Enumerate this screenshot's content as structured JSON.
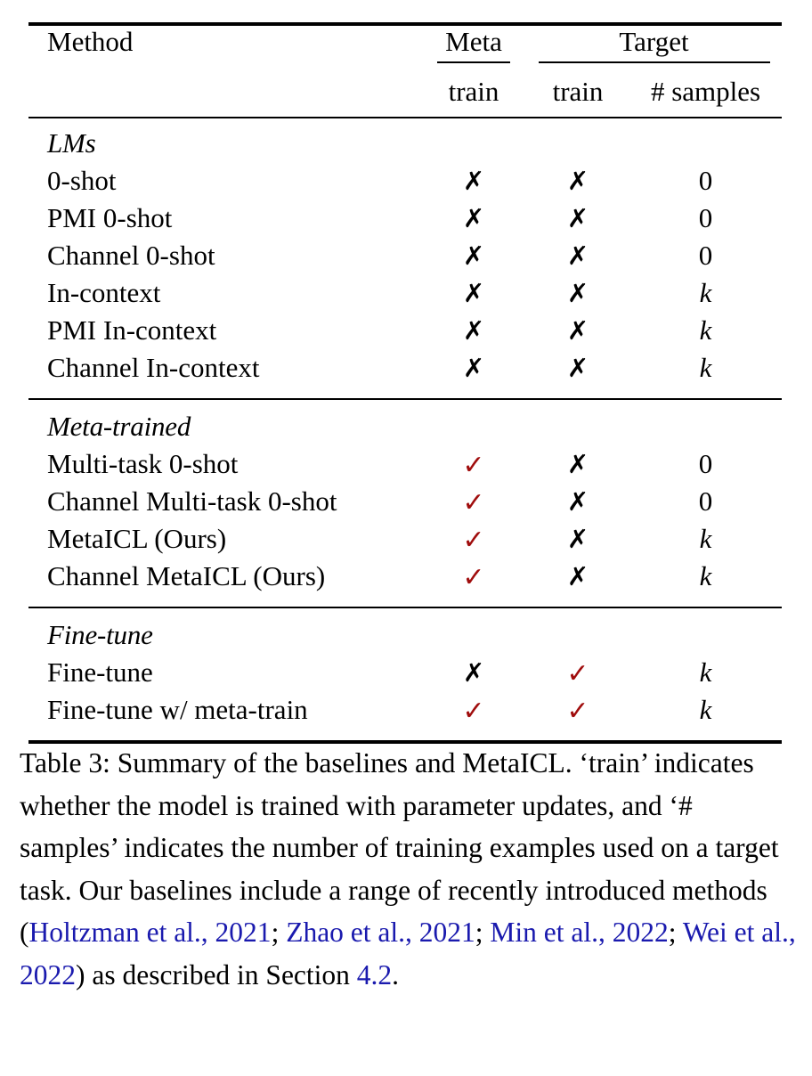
{
  "table": {
    "header": {
      "method_label": "Method",
      "groups": [
        {
          "label": "Meta"
        },
        {
          "label": "Target"
        }
      ],
      "subheaders": {
        "meta_train": "train",
        "target_train": "train",
        "target_samples": "# samples"
      }
    },
    "marks": {
      "check": "✓",
      "cross": "✗",
      "check_color": "#A00D0D",
      "cross_color": "#000000"
    },
    "sections": [
      {
        "title": "LMs",
        "rows": [
          {
            "method": "0-shot",
            "meta_train": "cross",
            "target_train": "cross",
            "samples": "0"
          },
          {
            "method": "PMI 0-shot",
            "meta_train": "cross",
            "target_train": "cross",
            "samples": "0"
          },
          {
            "method": "Channel 0-shot",
            "meta_train": "cross",
            "target_train": "cross",
            "samples": "0"
          },
          {
            "method": "In-context",
            "meta_train": "cross",
            "target_train": "cross",
            "samples": "k"
          },
          {
            "method": "PMI In-context",
            "meta_train": "cross",
            "target_train": "cross",
            "samples": "k"
          },
          {
            "method": "Channel In-context",
            "meta_train": "cross",
            "target_train": "cross",
            "samples": "k"
          }
        ]
      },
      {
        "title": "Meta-trained",
        "rows": [
          {
            "method": "Multi-task 0-shot",
            "meta_train": "check",
            "target_train": "cross",
            "samples": "0"
          },
          {
            "method": "Channel Multi-task 0-shot",
            "meta_train": "check",
            "target_train": "cross",
            "samples": "0"
          },
          {
            "method": "MetaICL (Ours)",
            "meta_train": "check",
            "target_train": "cross",
            "samples": "k"
          },
          {
            "method": "Channel MetaICL (Ours)",
            "meta_train": "check",
            "target_train": "cross",
            "samples": "k"
          }
        ]
      },
      {
        "title": "Fine-tune",
        "rows": [
          {
            "method": "Fine-tune",
            "meta_train": "cross",
            "target_train": "check",
            "samples": "k"
          },
          {
            "method": "Fine-tune w/ meta-train",
            "meta_train": "check",
            "target_train": "check",
            "samples": "k"
          }
        ]
      }
    ]
  },
  "caption": {
    "label": "Table 3:",
    "text_1": " Summary of the baselines and MetaICL. ‘train’ indicates whether the model is trained with parameter updates, and ‘# samples’ indicates the number of training examples used on a target task. Our baselines include a range of recently introduced methods (",
    "citation_1": "Holtzman et al., 2021",
    "sep_1": "; ",
    "citation_2": "Zhao et al., 2021",
    "sep_2": "; ",
    "citation_3": "Min et al., 2022",
    "sep_3": "; ",
    "citation_4": "Wei et al., 2022",
    "text_2": ") as described in Section ",
    "section_link": "4.2",
    "text_3": ".",
    "cite_color": "#1A1AAE"
  }
}
